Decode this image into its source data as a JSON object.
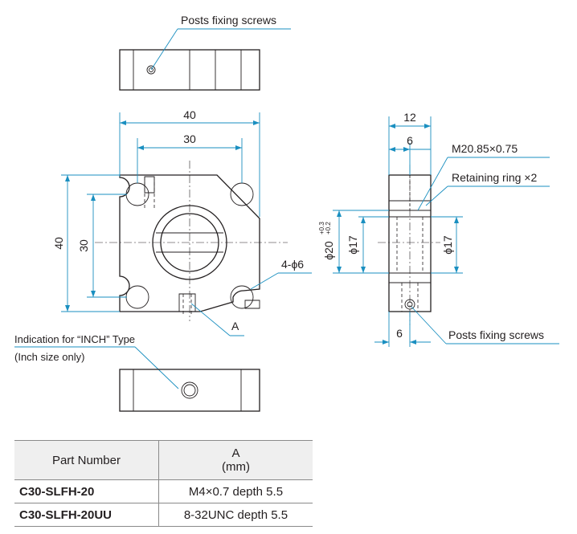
{
  "labels": {
    "posts_fixing_screws_top": "Posts fixing screws",
    "posts_fixing_screws_side": "Posts fixing screws",
    "dim_40_width": "40",
    "dim_30_width": "30",
    "dim_40_height": "40",
    "dim_30_height": "30",
    "holes": "4-ϕ6",
    "label_a": "A",
    "inch_indication": "Indication for “INCH” Type",
    "inch_note": "(Inch size only)",
    "dim_12": "12",
    "dim_6_top": "6",
    "dim_6_bottom": "6",
    "thread": "M20.85×0.75",
    "retaining_ring": "Retaining ring ×2",
    "dia20": "ϕ20",
    "tol_upper": "+0.3",
    "tol_lower": "+0.2",
    "dia17_left": "ϕ17",
    "dia17_right": "ϕ17"
  },
  "table": {
    "headers": {
      "part_number": "Part Number",
      "a_label": "A",
      "a_unit": "(mm)"
    },
    "rows": [
      {
        "part": "C30-SLFH-20",
        "a": "M4×0.7 depth 5.5"
      },
      {
        "part": "C30-SLFH-20UU",
        "a": "8-32UNC depth 5.5"
      }
    ]
  },
  "colors": {
    "dimension": "#1a8fc0",
    "line": "#231f20",
    "header_bg": "#efefef"
  }
}
